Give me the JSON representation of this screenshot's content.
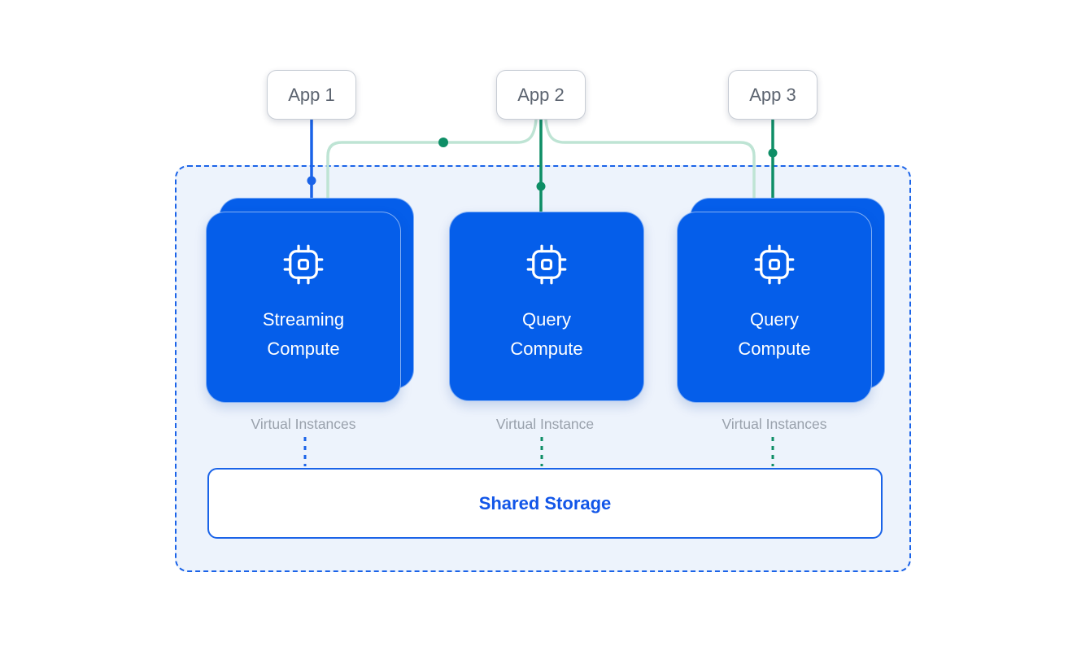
{
  "diagram": {
    "title": "shared-storage-compute-architecture",
    "apps": [
      {
        "label": "App 1"
      },
      {
        "label": "App 2"
      },
      {
        "label": "App 3"
      }
    ],
    "compute_nodes": [
      {
        "title": "Streaming\nCompute",
        "caption": "Virtual Instances",
        "stacked": true,
        "icon": "chip-icon",
        "link_color": "#1A63E8"
      },
      {
        "title": "Query\nCompute",
        "caption": "Virtual Instance",
        "stacked": false,
        "icon": "chip-icon",
        "link_color": "#0E8E66"
      },
      {
        "title": "Query\nCompute",
        "caption": "Virtual Instances",
        "stacked": true,
        "icon": "chip-icon",
        "link_color": "#0E8E66"
      }
    ],
    "storage": {
      "label": "Shared Storage"
    },
    "colors": {
      "card_blue": "#055EEA",
      "line_blue": "#1A63E8",
      "line_green": "#0E8E66",
      "line_mint": "#BEE4D4",
      "container_fill": "#EDF3FC",
      "label_gray": "#99A1AC",
      "app_text": "#5C6470",
      "storage_text": "#1256E8"
    }
  }
}
